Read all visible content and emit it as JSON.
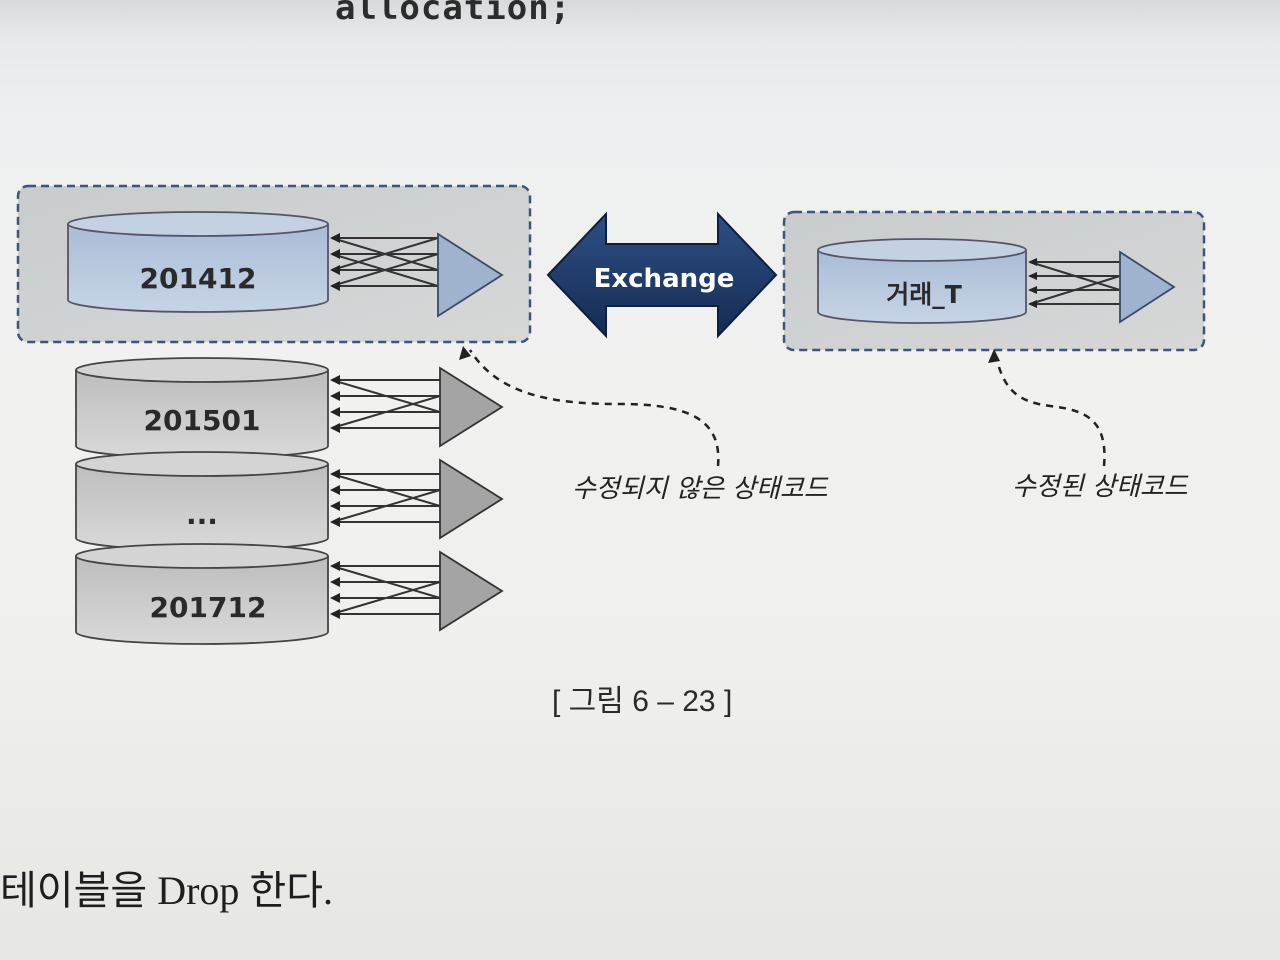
{
  "page": {
    "top_code": "allocation;",
    "caption": "[ 그림 6 – 23 ]",
    "body_text": "테이블을 Drop 한다."
  },
  "diagram": {
    "partition_group": {
      "exchanged_partition": "201412",
      "partitions": [
        "201501",
        "...",
        "201712"
      ]
    },
    "exchange_label": "Exchange",
    "table_label": "거래_T",
    "annotations": {
      "unmodified": "수정되지 않은 상태코드",
      "modified": "수정된 상태코드"
    }
  },
  "colors": {
    "blue_cylinder": "#b9c9dd",
    "gray_cylinder": "#cfcfcf",
    "exchange_arrow": "#1f3a68",
    "dashed_box": "#3e5478"
  }
}
